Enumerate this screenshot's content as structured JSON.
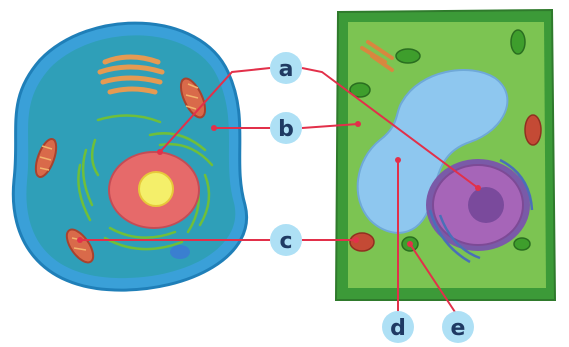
{
  "labels": {
    "a": "a",
    "b": "b",
    "c": "c",
    "d": "d",
    "e": "e"
  },
  "colors": {
    "label_circle": "#aee0f5",
    "label_text": "#1f3a63",
    "leader_line": "#e2304a",
    "animal_membrane": "#3aa0d8",
    "animal_cytoplasm": "#2f9fb8",
    "plant_wall": "#3c9a38",
    "plant_cytoplasm": "#7cc452",
    "vacuole": "#8ec7ef",
    "nucleus_animal": "#e66a6a",
    "nucleolus": "#f4ef6a",
    "nucleus_plant": "#a665b8",
    "chloroplast": "#3e9e2c",
    "mitochondrion": "#c44a35",
    "golgi": "#e59a52",
    "endoplasmic_reticulum": "#6fbf3a"
  }
}
